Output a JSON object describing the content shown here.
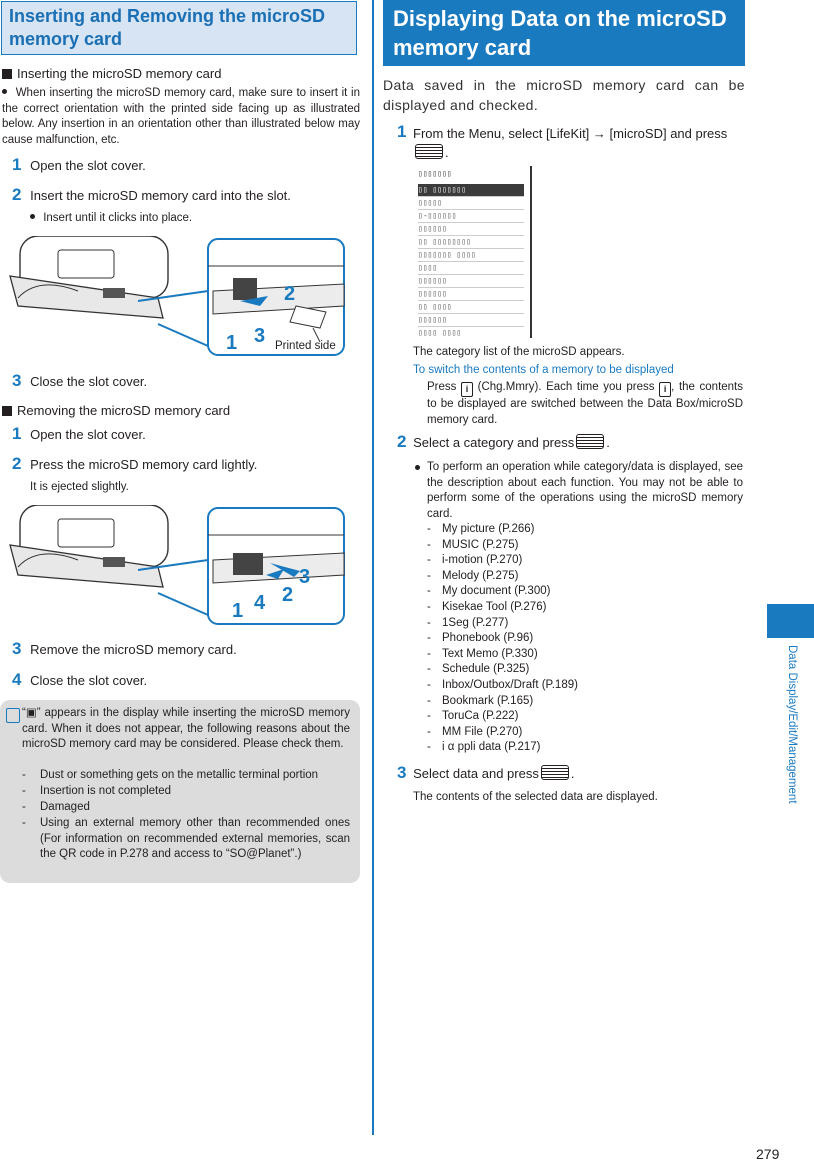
{
  "left": {
    "title": "Inserting and Removing the microSD memory card",
    "inserting_heading": "Inserting the microSD memory card",
    "intro": "When inserting the microSD memory card, make sure to insert it in the correct orientation with the printed side facing up as illustrated below. Any insertion in an orientation other than illustrated below may cause malfunction, etc.",
    "steps_insert": [
      {
        "num": "1",
        "text": "Open the slot cover."
      },
      {
        "num": "2",
        "text": "Insert the microSD memory card into the slot."
      },
      {
        "num": "3",
        "text": "Close the slot cover."
      }
    ],
    "insert_sub": "Insert until it clicks into place.",
    "fig1_labels": {
      "a": "2",
      "b": "1",
      "c": "3",
      "printed": "Printed side"
    },
    "removing_heading": "Removing the microSD memory card",
    "steps_remove": [
      {
        "num": "1",
        "text": "Open the slot cover."
      },
      {
        "num": "2",
        "text": "Press the microSD memory card lightly."
      },
      {
        "num": "3",
        "text": "Remove the microSD memory card."
      },
      {
        "num": "4",
        "text": "Close the slot cover."
      }
    ],
    "remove_sub": "It is ejected slightly.",
    "fig2_labels": {
      "a": "3",
      "b": "2",
      "c": "4",
      "d": "1"
    },
    "note_intro": "“▣” appears in the display while inserting the microSD memory card. When it does not appear, the following reasons about the microSD memory card may be considered. Please check them.",
    "note_items": [
      "Dust or something gets on the metallic terminal portion",
      "Insertion is not completed",
      "Damaged",
      "Using an external memory other than recommended ones (For information on recommended external memories, scan the QR code in P.278 and access to “SO@Planet”.)"
    ]
  },
  "right": {
    "title": "Displaying Data on the microSD memory card",
    "intro": "Data saved in the microSD memory card can be displayed and checked.",
    "step1_a": "From the Menu, select [LifeKit] → [microSD] and press",
    "step1_b": ".",
    "caption1": "The category list of the microSD appears.",
    "switch_heading": "To switch the contents of a memory to be displayed",
    "switch_a": "Press",
    "switch_b": "(Chg.Mmry). Each time you press",
    "switch_c": ", the contents to be displayed are switched between the Data Box/microSD memory card.",
    "step2_a": "Select a category and press",
    "step2_b": ".",
    "step2_note": "To perform an operation while category/data is displayed, see the description about each function. You may not be able to perform some of the operations using the microSD memory card.",
    "categories": [
      "My picture (P.266)",
      "MUSIC (P.275)",
      "i-motion (P.270)",
      "Melody (P.275)",
      "My document (P.300)",
      "Kisekae Tool (P.276)",
      "1Seg (P.277)",
      "Phonebook (P.96)",
      "Text Memo (P.330)",
      "Schedule (P.325)",
      "Inbox/Outbox/Draft (P.189)",
      "Bookmark (P.165)",
      "ToruCa (P.222)",
      "MM File (P.270)",
      "i α ppli data (P.217)"
    ],
    "step3_a": "Select data and press",
    "step3_b": ".",
    "step3_caption": "The contents of the selected data are displayed."
  },
  "side_label": "Data Display/Edit/Management",
  "page_number": "279"
}
